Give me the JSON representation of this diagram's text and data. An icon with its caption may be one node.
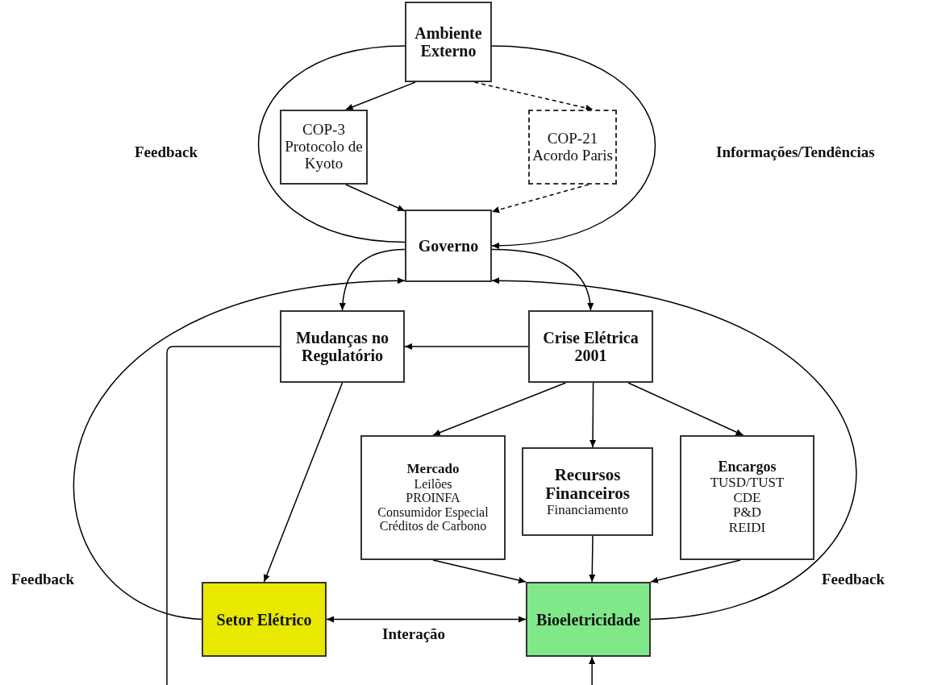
{
  "diagram": {
    "nodes": [
      {
        "text": [
          "Ambiente Externo"
        ]
      },
      {
        "text": [
          "COP-3 Protocolo de Kyoto"
        ]
      },
      {
        "text": [
          "COP-21 Acordo Paris"
        ]
      },
      {
        "text": [
          "Governo"
        ]
      },
      {
        "text": [
          "Mudanças no Regulatório"
        ]
      },
      {
        "text": [
          "Crise Elétrica 2001"
        ]
      },
      {
        "text": [
          "Mercado",
          "Leilões",
          "PROINFA",
          "Consumidor Especial",
          "Créditos de Carbono"
        ]
      },
      {
        "text": [
          "Recursos Financeiros",
          "Financiamento"
        ]
      },
      {
        "text": [
          "Encargos",
          "TUSD/TUST",
          "CDE",
          "P&D",
          "REIDI"
        ]
      },
      {
        "text": [
          "Setor Elétrico"
        ]
      },
      {
        "text": [
          "Bioeletricidade"
        ]
      }
    ],
    "edges": [
      {
        "from": 0,
        "to": 1,
        "arrow": "to"
      },
      {
        "from": 0,
        "to": 2,
        "arrow": "to",
        "style": "dashed"
      },
      {
        "from": 1,
        "to": 3,
        "arrow": "to"
      },
      {
        "from": 2,
        "to": 3,
        "arrow": "to",
        "style": "dashed"
      },
      {
        "from": 3,
        "to": 4,
        "arrow": "to"
      },
      {
        "from": 3,
        "to": 5,
        "arrow": "to"
      },
      {
        "from": 5,
        "to": 4,
        "arrow": "to"
      },
      {
        "from": 5,
        "to": 6,
        "arrow": "to"
      },
      {
        "from": 5,
        "to": 7,
        "arrow": "to"
      },
      {
        "from": 5,
        "to": 8,
        "arrow": "to"
      },
      {
        "from": 4,
        "to": 9,
        "arrow": "to"
      },
      {
        "from": 6,
        "to": 10,
        "arrow": "to"
      },
      {
        "from": 7,
        "to": 10,
        "arrow": "to"
      },
      {
        "from": 8,
        "to": 10,
        "arrow": "to"
      },
      {
        "from": 10,
        "to": 9,
        "arrow": "both",
        "label": "Interação"
      },
      {
        "from": 3,
        "to": 0,
        "arrow": "none",
        "label": "Feedback"
      },
      {
        "from": 0,
        "to": 3,
        "arrow": "to",
        "label": "Informações/Tendências"
      },
      {
        "from": 9,
        "to": 3,
        "arrow": "to",
        "label": "Feedback"
      },
      {
        "from": 10,
        "to": 3,
        "arrow": "to",
        "label": "Feedback"
      },
      {
        "from": 4,
        "to": null,
        "arrow": "none"
      },
      {
        "from": null,
        "to": 10,
        "arrow": "to"
      }
    ]
  }
}
